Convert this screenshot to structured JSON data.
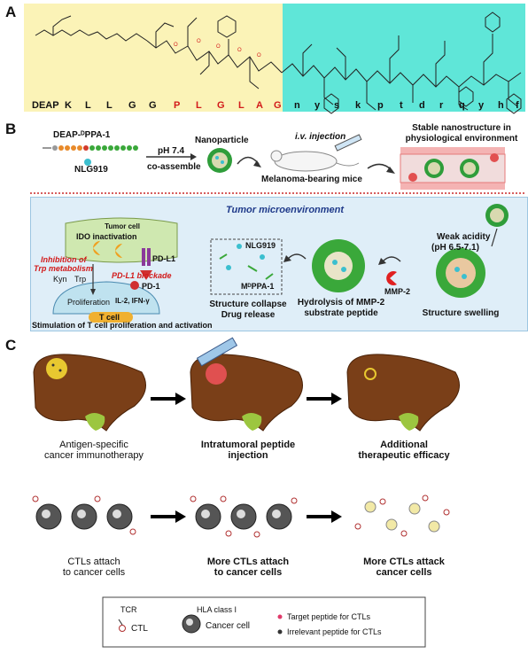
{
  "panelA": {
    "letter": "A",
    "residues_left": [
      "DEAP",
      "K",
      "L",
      "L",
      "G",
      "G",
      "P",
      "L",
      "G",
      "L",
      "A",
      "G"
    ],
    "residues_right": [
      "n",
      "y",
      "s",
      "k",
      "p",
      "t",
      "d",
      "r",
      "q",
      "y",
      "h",
      "f"
    ],
    "colors": {
      "left_bg": "#fbf3b7",
      "right_bg": "#5fe6d8",
      "red": "#d21a1a"
    }
  },
  "panelB": {
    "letter": "B",
    "deap_label": "DEAP-ᴰPPA-1",
    "drug_label": "NLG919",
    "ph_label": "pH 7.4",
    "coassemble_label": "co-assemble",
    "nanoparticle_label": "Nanoparticle",
    "iv_label": "i.v. injection",
    "mice_label": "Melanoma-bearing mice",
    "stable_label_1": "Stable nanostructure in",
    "stable_label_2": "physiological environment",
    "tme_title": "Tumor microenvironment",
    "tumor_cell_label": "Tumor cell",
    "ido_label": "IDO inactivation",
    "pdl1_label": "PD-L1",
    "inhibition_label_1": "Inhibition of",
    "inhibition_label_2": "Trp metabolism",
    "kyn_label": "Kyn",
    "trp_label": "Trp",
    "blockade_label": "PD-L1 blockade",
    "pd1_label": "PD-1",
    "proliferation_label": "Proliferation",
    "il2_label": "IL-2, IFN-γ",
    "tcell_label": "T cell",
    "stimulation_label": "Stimulation of T cell proliferation and activation",
    "box_nlg_label": "NLG919",
    "box_mppa_label": "MᴰPPA-1",
    "collapse_label_1": "Structure collapse",
    "collapse_label_2": "Drug release",
    "hydrolysis_label_1": "Hydrolysis of MMP-2",
    "hydrolysis_label_2": "substrate peptide",
    "mmp2_label": "MMP-2",
    "acidity_label_1": "Weak acidity",
    "acidity_label_2": "(pH 6.5-7.1)",
    "swelling_label": "Structure swelling"
  },
  "panelC": {
    "letter": "C",
    "liver1_label_1": "Antigen-specific",
    "liver1_label_2": "cancer immunotherapy",
    "liver2_label_1": "Intratumoral peptide",
    "liver2_label_2": "injection",
    "liver3_label_1": "Additional",
    "liver3_label_2": "therapeutic efficacy",
    "cells1_label_1": "CTLs attach",
    "cells1_label_2": "to cancer cells",
    "cells2_label_1": "More CTLs attach",
    "cells2_label_2": "to cancer cells",
    "cells3_label_1": "More CTLs attack",
    "cells3_label_2": "cancer cells"
  },
  "legend": {
    "tcr_label": "TCR",
    "ctl_label": "CTL",
    "hla_label": "HLA class I",
    "cancer_label": "Cancer cell",
    "target_label": "Target peptide for CTLs",
    "irrelevant_label": "Irrelevant peptide for CTLs"
  }
}
